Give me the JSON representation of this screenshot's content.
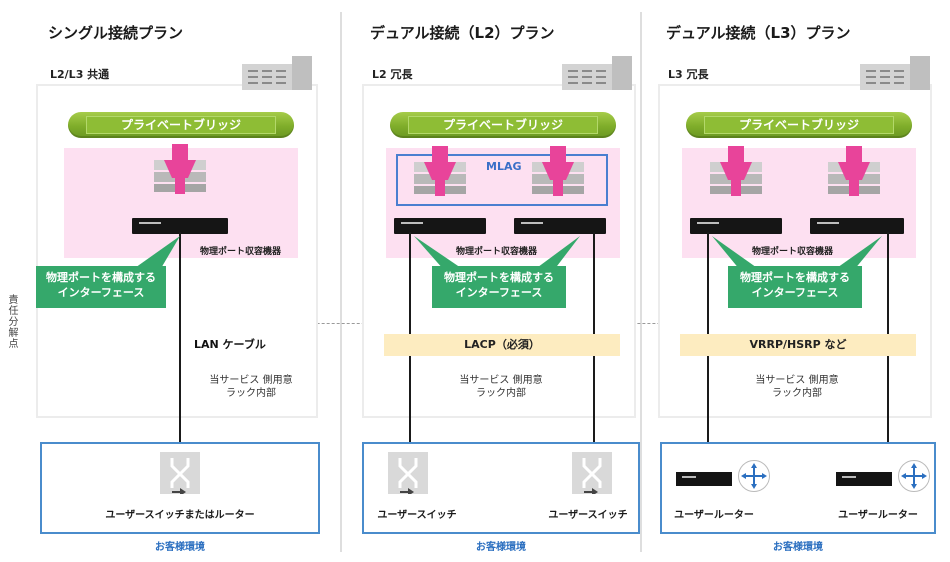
{
  "plans": [
    {
      "title": "シングル接続プラン",
      "dc_label": "L2/L3 共通",
      "bridge": "プライベートブリッジ",
      "device_label": "物理ポート収容機器",
      "callout": [
        "物理ポートを構成する",
        "インターフェース"
      ],
      "cable_label": "LAN ケーブル",
      "rack_text": [
        "当サービス 側用意",
        "ラック内部"
      ],
      "devices": [
        "ユーザースイッチまたはルーター"
      ],
      "customer_label": "お客様環境"
    },
    {
      "title": "デュアル接続（L2）プラン",
      "dc_label": "L2 冗長",
      "bridge": "プライベートブリッジ",
      "mlag": "MLAG",
      "device_label": "物理ポート収容機器",
      "callout": [
        "物理ポートを構成する",
        "インターフェース"
      ],
      "protocol": "LACP（必須）",
      "rack_text": [
        "当サービス 側用意",
        "ラック内部"
      ],
      "devices": [
        "ユーザースイッチ",
        "ユーザースイッチ"
      ],
      "customer_label": "お客様環境"
    },
    {
      "title": "デュアル接続（L3）プラン",
      "dc_label": "L3 冗長",
      "bridge": "プライベートブリッジ",
      "device_label": "物理ポート収容機器",
      "callout": [
        "物理ポートを構成する",
        "インターフェース"
      ],
      "protocol": "VRRP/HSRP など",
      "rack_text": [
        "当サービス 側用意",
        "ラック内部"
      ],
      "devices": [
        "ユーザールーター",
        "ユーザールーター"
      ],
      "customer_label": "お客様環境"
    }
  ],
  "demarcation_label": "責任分解点",
  "colors": {
    "bridge_green": "#8ebd35",
    "pink_zone": "#fde0f1",
    "router_magenta": "#e8449a",
    "callout_green": "#35a86b",
    "customer_blue": "#4a8ccc",
    "protocol_yellow": "#fdecc0"
  },
  "icons": [
    "building-icon",
    "router-stack-icon",
    "switch-icon",
    "cross-arrows-icon",
    "router-arrows-icon"
  ]
}
